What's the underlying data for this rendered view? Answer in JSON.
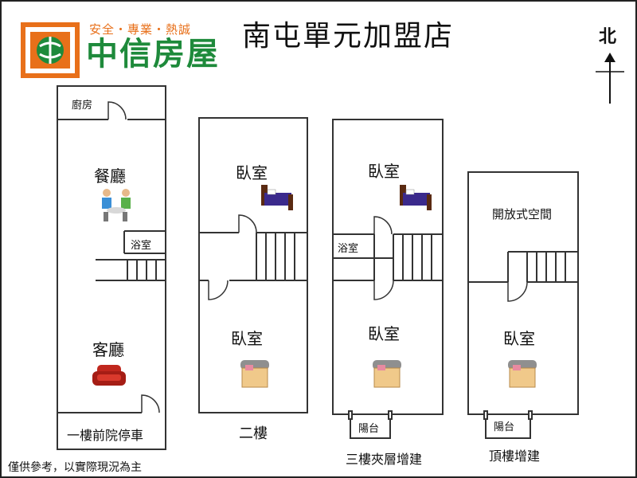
{
  "header": {
    "slogan": "安全・專業・熱誠",
    "brand_name": "中信房屋",
    "branch_name": "南屯單元加盟店",
    "north_label": "北"
  },
  "floors": [
    {
      "caption": "一樓前院停車",
      "rooms": {
        "kitchen": "廚房",
        "dining": "餐廳",
        "bath": "浴室",
        "living": "客廳"
      }
    },
    {
      "caption": "二樓",
      "rooms": {
        "bedroom_top": "臥室",
        "bedroom_bottom": "臥室"
      }
    },
    {
      "caption": "三樓夾層增建",
      "rooms": {
        "bedroom_top": "臥室",
        "bath": "浴室",
        "bedroom_bottom": "臥室",
        "balcony": "陽台"
      }
    },
    {
      "caption": "頂樓增建",
      "rooms": {
        "open_space": "開放式空間",
        "bedroom": "臥室",
        "balcony": "陽台"
      }
    }
  ],
  "footer": {
    "disclaimer": "僅供參考，以實際現況為主"
  },
  "colors": {
    "brand_green": "#1e8a3b",
    "brand_orange": "#e8701a",
    "wall": "#333333",
    "sofa_red": "#c0271d",
    "bed_purple": "#3b2a8c",
    "bed_brown": "#5a2a12"
  }
}
